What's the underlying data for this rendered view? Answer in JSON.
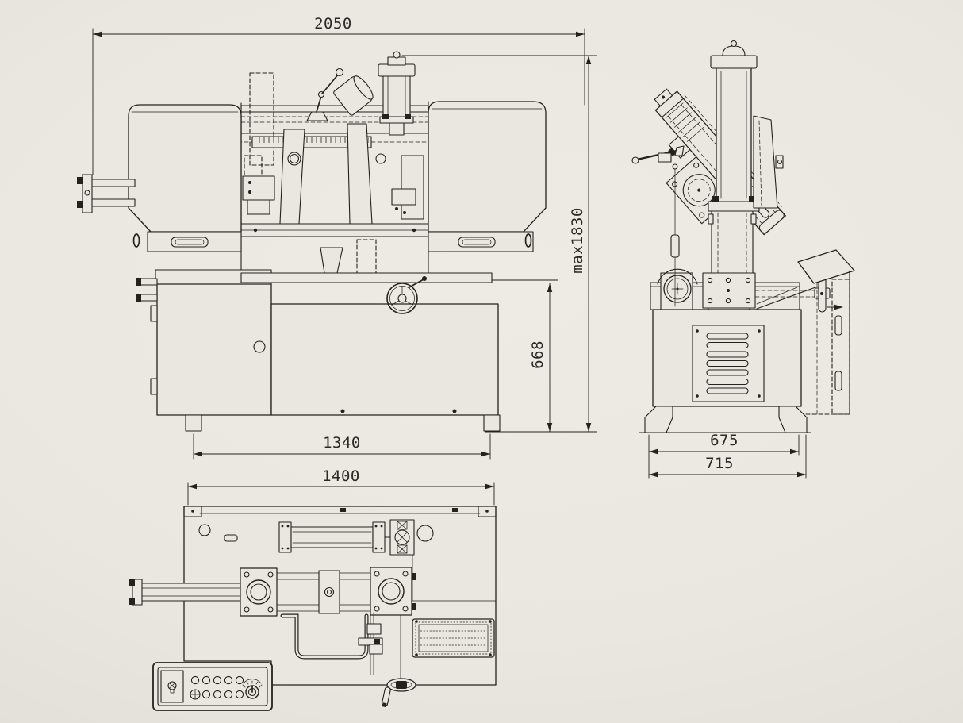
{
  "drawing": {
    "ink_color": "#23221f",
    "paper_color": "#e9e6df",
    "views": {
      "front": {
        "dims": {
          "overall_width": "2050",
          "max_height": "max1830",
          "table_height": "668",
          "foot_span": "1340"
        }
      },
      "side": {
        "dims": {
          "foot_span": "675",
          "overall_depth": "715"
        }
      },
      "plan": {
        "dims": {
          "bed_length": "1400"
        }
      }
    }
  }
}
